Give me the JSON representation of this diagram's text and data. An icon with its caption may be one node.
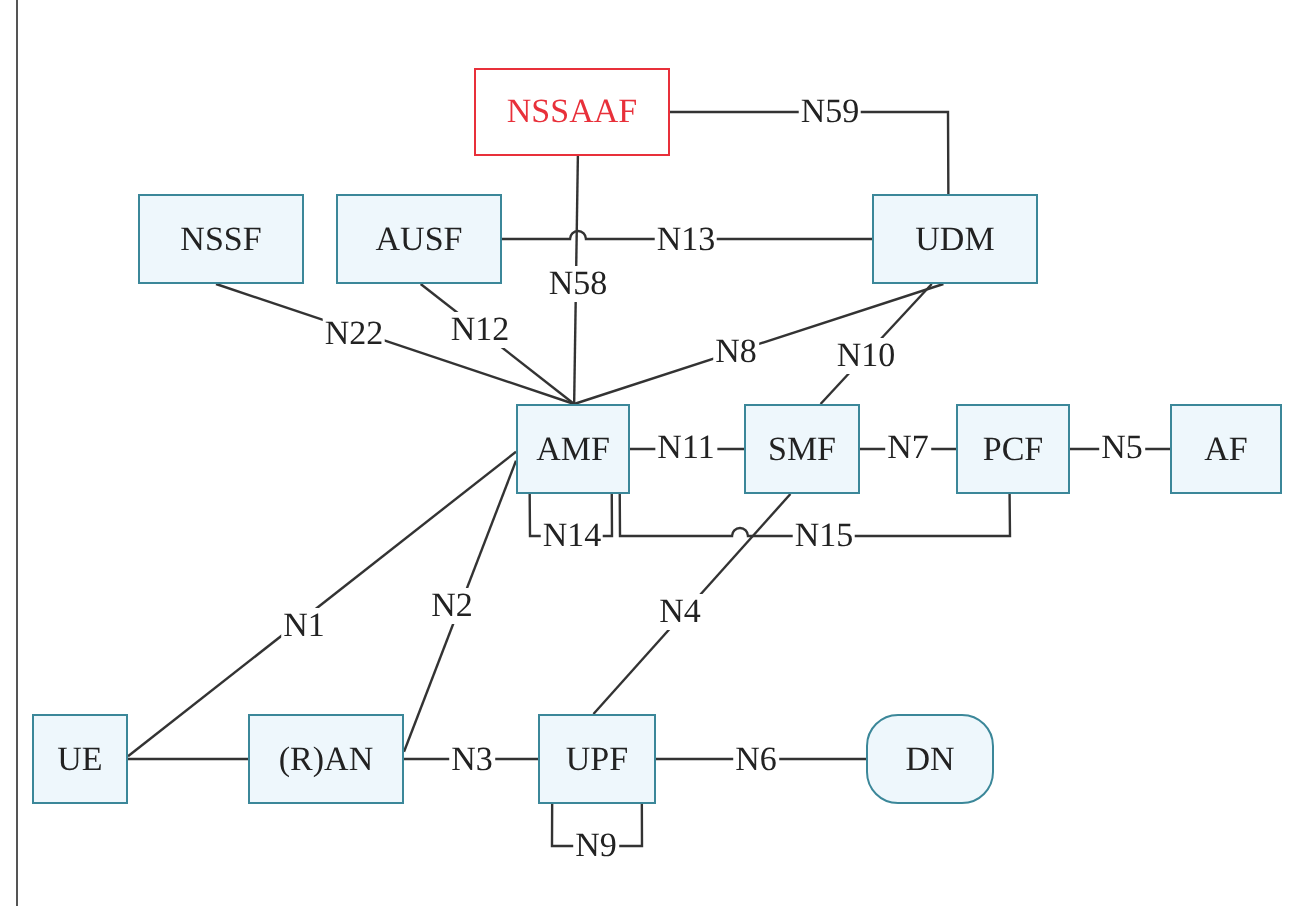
{
  "diagram": {
    "nodes": [
      {
        "text": [
          "NSSAAF"
        ]
      },
      {
        "text": [
          "NSSF"
        ]
      },
      {
        "text": [
          "AUSF"
        ]
      },
      {
        "text": [
          "UDM"
        ]
      },
      {
        "text": [
          "AMF"
        ]
      },
      {
        "text": [
          "SMF"
        ]
      },
      {
        "text": [
          "PCF"
        ]
      },
      {
        "text": [
          "AF"
        ]
      },
      {
        "text": [
          "UE"
        ]
      },
      {
        "text": [
          "(R)AN"
        ]
      },
      {
        "text": [
          "UPF"
        ]
      },
      {
        "text": [
          "DN"
        ]
      }
    ],
    "edges": [
      {
        "from": 0,
        "to": 3,
        "arrow": "none",
        "label": "N59"
      },
      {
        "from": 2,
        "to": 3,
        "arrow": "none",
        "label": "N13"
      },
      {
        "from": 0,
        "to": 4,
        "arrow": "none",
        "label": "N58"
      },
      {
        "from": 1,
        "to": 4,
        "arrow": "none",
        "label": "N22"
      },
      {
        "from": 2,
        "to": 4,
        "arrow": "none",
        "label": "N12"
      },
      {
        "from": 3,
        "to": 4,
        "arrow": "none",
        "label": "N8"
      },
      {
        "from": 3,
        "to": 5,
        "arrow": "none",
        "label": "N10"
      },
      {
        "from": 4,
        "to": 5,
        "arrow": "none",
        "label": "N11"
      },
      {
        "from": 5,
        "to": 6,
        "arrow": "none",
        "label": "N7"
      },
      {
        "from": 6,
        "to": 7,
        "arrow": "none",
        "label": "N5"
      },
      {
        "from": 4,
        "to": 4,
        "arrow": "none",
        "label": "N14"
      },
      {
        "from": 4,
        "to": 6,
        "arrow": "none",
        "label": "N15"
      },
      {
        "from": 8,
        "to": 4,
        "arrow": "none",
        "label": "N1"
      },
      {
        "from": 9,
        "to": 4,
        "arrow": "none",
        "label": "N2"
      },
      {
        "from": 8,
        "to": 9,
        "arrow": "none"
      },
      {
        "from": 9,
        "to": 10,
        "arrow": "none",
        "label": "N3"
      },
      {
        "from": 5,
        "to": 10,
        "arrow": "none",
        "label": "N4"
      },
      {
        "from": 10,
        "to": 11,
        "arrow": "none",
        "label": "N6"
      },
      {
        "from": 10,
        "to": 10,
        "arrow": "none",
        "label": "N9"
      }
    ]
  }
}
